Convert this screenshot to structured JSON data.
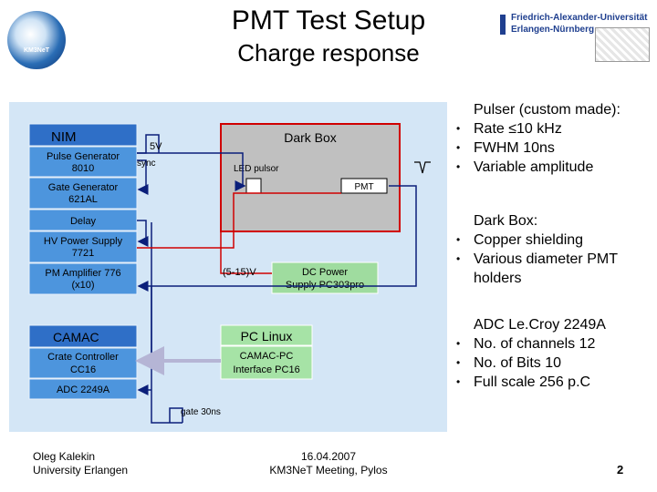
{
  "header": {
    "title": "PMT Test Setup",
    "subtitle": "Charge response",
    "logo_left_text": "KM3NeT",
    "university_line1": "Friedrich-Alexander-Universität",
    "university_line2": "Erlangen-Nürnberg"
  },
  "diagram": {
    "nim": {
      "header": "NIM",
      "modules": [
        {
          "line1": "Pulse Generator",
          "line2": "8010"
        },
        {
          "line1": "Gate Generator",
          "line2": "621AL"
        },
        {
          "line1": "Delay",
          "line2": ""
        },
        {
          "line1": "HV Power Supply",
          "line2": "7721"
        },
        {
          "line1": "PM Amplifier 776",
          "line2": "(x10)"
        }
      ]
    },
    "dark_box": {
      "label": "Dark Box",
      "led_label": "LED pulsor",
      "pmt_label": "PMT"
    },
    "signals": {
      "five_v": "5V",
      "sync": "sync",
      "voltage_range": "(5-15)V",
      "gate": "gate 30ns"
    },
    "dc_power": {
      "line1": "DC Power",
      "line2": "Supply PC303pro"
    },
    "camac": {
      "header": "CAMAC",
      "modules": [
        {
          "line1": "Crate Controller",
          "line2": "CC16"
        },
        {
          "line1": "ADC 2249A",
          "line2": ""
        }
      ]
    },
    "pc_linux": {
      "header": "PC Linux",
      "line1": "CAMAC-PC",
      "line2": "Interface PC16"
    }
  },
  "bullets": [
    {
      "heading": "Pulser (custom made):",
      "items": [
        "Rate ≤10 kHz",
        "FWHM 10ns",
        "Variable amplitude"
      ]
    },
    {
      "heading": "Dark Box:",
      "items": [
        "Copper shielding",
        "Various diameter PMT holders"
      ]
    },
    {
      "heading": "ADC Le.Croy 2249A",
      "items": [
        "No. of channels 12",
        "No. of Bits 10",
        "Full scale 256 p.C"
      ]
    }
  ],
  "footer": {
    "author": "Oleg Kalekin",
    "affiliation": "University Erlangen",
    "date": "16.04.2007",
    "meeting": "KM3NeT Meeting, Pylos",
    "page_number": "2"
  },
  "colors": {
    "module_fill": "#4d95dd",
    "module_header_fill": "#2f6fc7",
    "darkbox_fill": "#c0c0c0",
    "pc_fill": "#a6e3a6",
    "dc_fill": "#9fdc9f",
    "red_line": "#e00000"
  }
}
